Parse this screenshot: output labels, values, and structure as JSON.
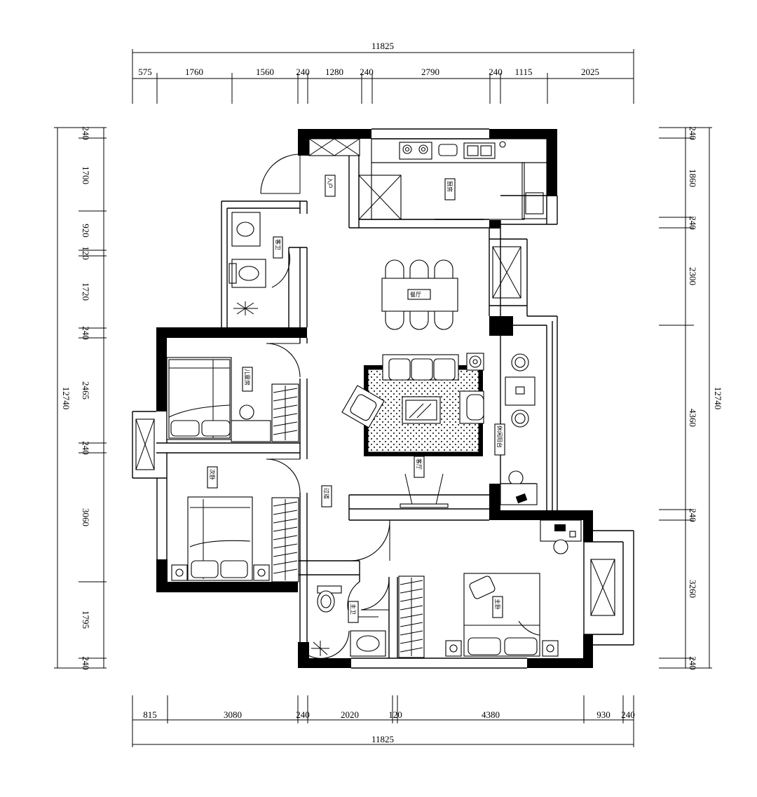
{
  "dimensions": {
    "top_total": "11825",
    "top_segments": [
      "575",
      "1760",
      "1560",
      "240",
      "1280",
      "240",
      "2790",
      "240",
      "1115",
      "2025"
    ],
    "bottom_total": "11825",
    "bottom_segments": [
      "815",
      "3080",
      "240",
      "2020",
      "120",
      "4380",
      "930",
      "240"
    ],
    "left_total": "12740",
    "left_segments": [
      "240",
      "1700",
      "920",
      "120",
      "1720",
      "240",
      "2465",
      "240",
      "3060",
      "1795",
      "240"
    ],
    "right_total": "12740",
    "right_segments": [
      "240",
      "1860",
      "240",
      "2300",
      "4360",
      "240",
      "3260",
      "240"
    ]
  },
  "room_tags": {
    "entrance": "入户",
    "kitchen": "厨房",
    "public_bath": "客卫",
    "dining": "餐厅",
    "bedroom_upper": "儿童房",
    "bedroom_lower": "次卧",
    "corridor": "过道",
    "living": "客厅",
    "balcony": "休闲阳台",
    "master_bath": "主卫",
    "master_bedroom": "主卧"
  },
  "colors": {
    "line": "#000000",
    "background": "#ffffff"
  }
}
